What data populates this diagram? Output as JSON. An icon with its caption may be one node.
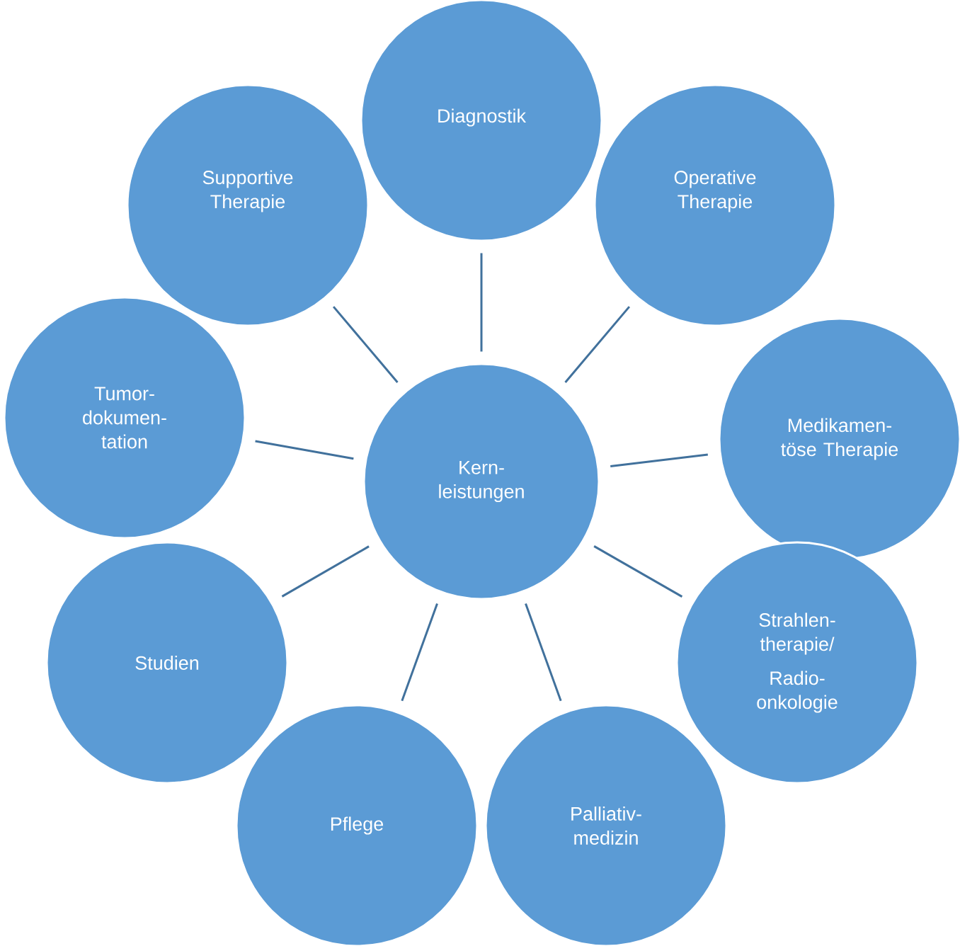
{
  "diagram": {
    "nodes": [
      {
        "text": [
          "Kern- leistungen"
        ]
      },
      {
        "text": [
          "Diagnostik"
        ]
      },
      {
        "text": [
          "Operative Therapie"
        ]
      },
      {
        "text": [
          "Medikamen- töse Therapie"
        ]
      },
      {
        "text": [
          "Strahlen- therapie/",
          "Radio- onkologie"
        ]
      },
      {
        "text": [
          "Palliativ- medizin"
        ]
      },
      {
        "text": [
          "Pflege"
        ]
      },
      {
        "text": [
          "Studien"
        ]
      },
      {
        "text": [
          "Tumor- dokumen- tation"
        ]
      },
      {
        "text": [
          "Supportive Therapie"
        ]
      }
    ],
    "edges": [
      {
        "from": 0,
        "to": 1,
        "arrow": "none"
      },
      {
        "from": 0,
        "to": 2,
        "arrow": "none"
      },
      {
        "from": 0,
        "to": 3,
        "arrow": "none"
      },
      {
        "from": 0,
        "to": 4,
        "arrow": "none"
      },
      {
        "from": 0,
        "to": 5,
        "arrow": "none"
      },
      {
        "from": 0,
        "to": 6,
        "arrow": "none"
      },
      {
        "from": 0,
        "to": 7,
        "arrow": "none"
      },
      {
        "from": 0,
        "to": 8,
        "arrow": "none"
      },
      {
        "from": 0,
        "to": 9,
        "arrow": "none"
      }
    ]
  }
}
